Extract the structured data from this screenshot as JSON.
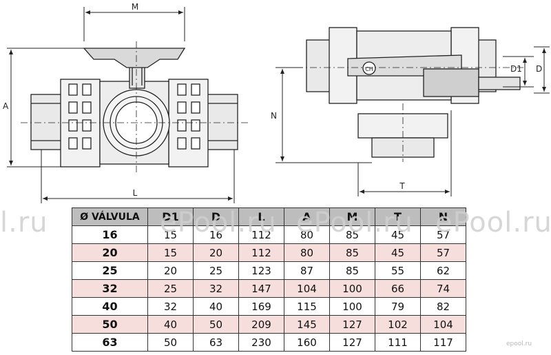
{
  "drawing": {
    "labels": {
      "M": "M",
      "A": "A",
      "L": "L",
      "N": "N",
      "T": "T",
      "D1": "D1",
      "D": "D",
      "CH": "CH"
    }
  },
  "watermark": {
    "text": "ePool.ru",
    "left_text": "l.ru"
  },
  "brand": "epool.ru",
  "table": {
    "headers": [
      "Ø VÁLVULA",
      "D1",
      "D",
      "L",
      "A",
      "M",
      "T",
      "N"
    ],
    "rows": [
      [
        "16",
        "15",
        "16",
        "112",
        "80",
        "85",
        "45",
        "57"
      ],
      [
        "20",
        "15",
        "20",
        "112",
        "80",
        "85",
        "45",
        "57"
      ],
      [
        "25",
        "20",
        "25",
        "123",
        "87",
        "85",
        "55",
        "62"
      ],
      [
        "32",
        "25",
        "32",
        "147",
        "104",
        "100",
        "66",
        "74"
      ],
      [
        "40",
        "32",
        "40",
        "169",
        "115",
        "100",
        "79",
        "82"
      ],
      [
        "50",
        "40",
        "50",
        "209",
        "145",
        "127",
        "102",
        "104"
      ],
      [
        "63",
        "50",
        "63",
        "230",
        "160",
        "127",
        "111",
        "117"
      ]
    ]
  },
  "colors": {
    "header_bg": "#bdbdbd",
    "alt_row_bg": "#f6dedd",
    "line": "#333333"
  }
}
